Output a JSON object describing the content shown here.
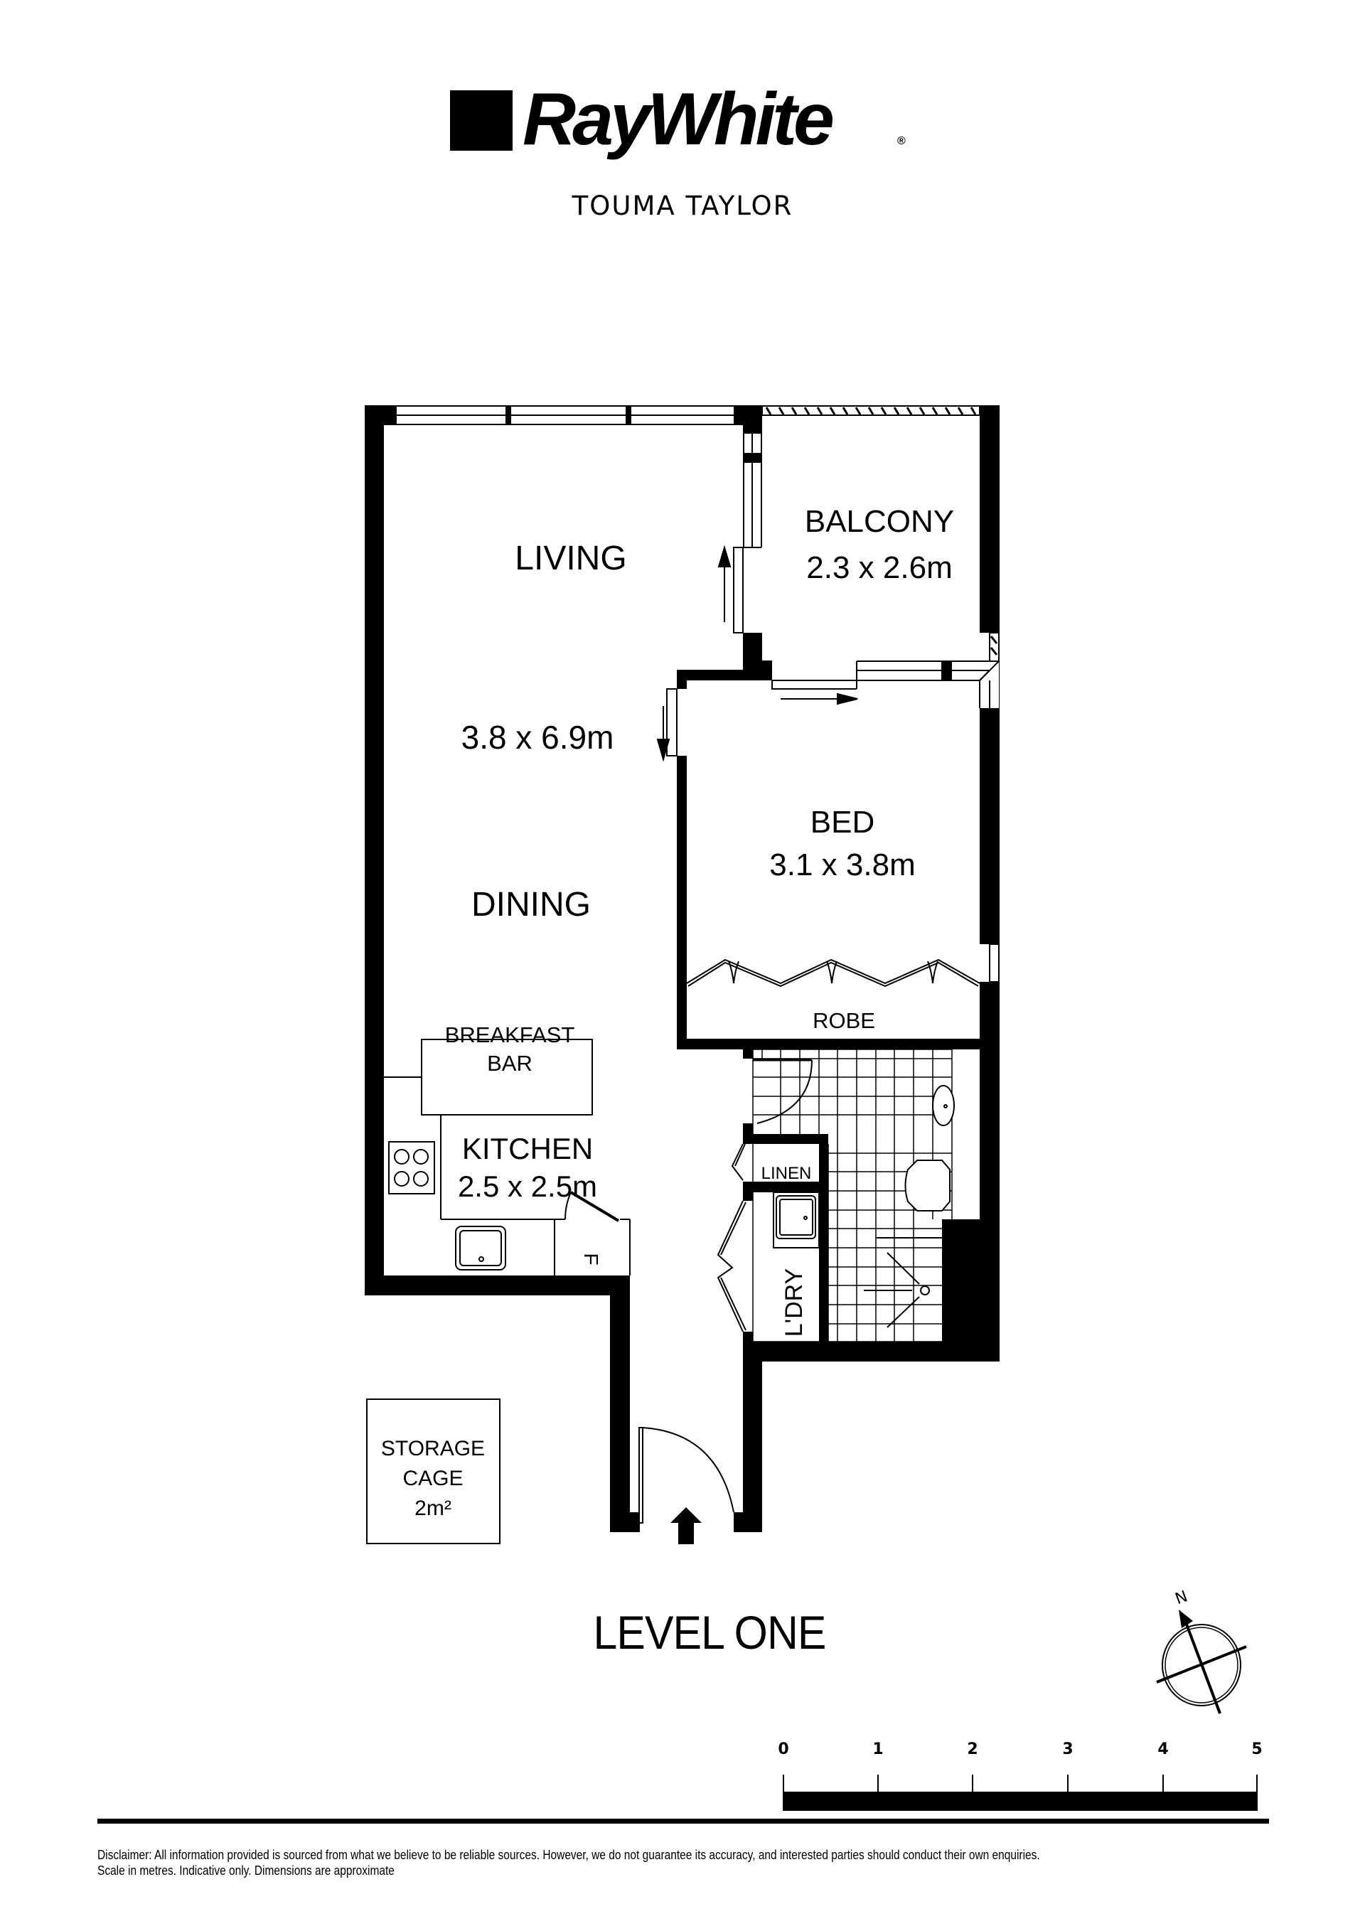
{
  "brand": {
    "name": "RayWhite",
    "registered_mark": "®",
    "office": "TOUMA TAYLOR"
  },
  "plan": {
    "level": "LEVEL ONE",
    "rooms": {
      "living": {
        "name": "LIVING",
        "size": "3.8 x 6.9m"
      },
      "dining": {
        "name": "DINING"
      },
      "balcony": {
        "name": "BALCONY",
        "size": "2.3 x 2.6m"
      },
      "bed": {
        "name": "BED",
        "size": "3.1 x 3.8m"
      },
      "robe": {
        "name": "ROBE"
      },
      "breakfast_bar": {
        "line1": "BREAKFAST",
        "line2": "BAR"
      },
      "kitchen": {
        "name": "KITCHEN",
        "size": "2.5 x 2.5m"
      },
      "fridge": {
        "name": "F"
      },
      "linen": {
        "name": "LINEN"
      },
      "laundry": {
        "name": "L'DRY"
      },
      "storage": {
        "line1": "STORAGE",
        "line2": "CAGE",
        "line3": "2m²"
      }
    },
    "compass": {
      "label": "N"
    },
    "scale": {
      "unit": "metres",
      "ticks": [
        "0",
        "1",
        "2",
        "3",
        "4",
        "5"
      ]
    }
  },
  "disclaimer": {
    "line1": "Disclaimer: All information provided is sourced from what we believe to be reliable sources. However, we do not guarantee  its accuracy, and interested parties should conduct their own enquiries.",
    "line2": "Scale in metres. Indicative only. Dimensions are approximate"
  },
  "colors": {
    "ink": "#000000",
    "paper": "#ffffff"
  }
}
